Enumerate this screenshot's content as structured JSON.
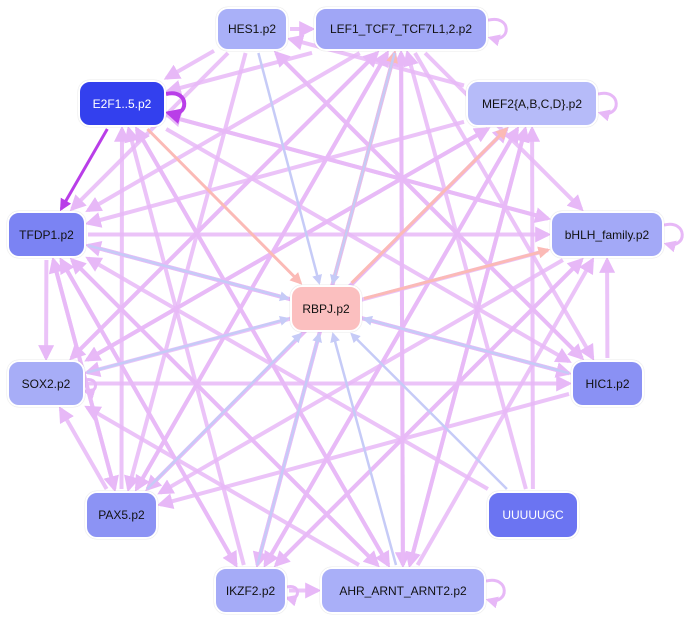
{
  "diagram": {
    "nodes": [
      {
        "id": "hes1",
        "label": "HES1.p2",
        "color": "#a9b0f8"
      },
      {
        "id": "lef1",
        "label": "LEF1_TCF7_TCF7L1,2.p2",
        "color": "#a0a6f6"
      },
      {
        "id": "e2f1",
        "label": "E2F1..5.p2",
        "color": "#3340ee",
        "text": "#ffffff"
      },
      {
        "id": "mef2",
        "label": "MEF2{A,B,C,D}.p2",
        "color": "#b6bbf9"
      },
      {
        "id": "tfdp1",
        "label": "TFDP1.p2",
        "color": "#7b83f3"
      },
      {
        "id": "bhlh",
        "label": "bHLH_family.p2",
        "color": "#a3a9f7"
      },
      {
        "id": "rbpj",
        "label": "RBPJ.p2",
        "color": "#fbbfbf"
      },
      {
        "id": "sox2",
        "label": "SOX2.p2",
        "color": "#a7adf7"
      },
      {
        "id": "hic1",
        "label": "HIC1.p2",
        "color": "#8a91f4"
      },
      {
        "id": "pax5",
        "label": "PAX5.p2",
        "color": "#8c93f4"
      },
      {
        "id": "uuuuugc",
        "label": "UUUUUGC",
        "color": "#6b74f2",
        "text": "#ffffff"
      },
      {
        "id": "ikzf2",
        "label": "IKZF2.p2",
        "color": "#a5abf7"
      },
      {
        "id": "ahr",
        "label": "AHR_ARNT_ARNT2.p2",
        "color": "#a9aff8"
      }
    ],
    "edge_colors": {
      "activation": "#e7b8f7",
      "strong": "#b93ee8",
      "blue": "#c6cbf7",
      "red": "#fbbab6"
    },
    "edges": [
      {
        "from": "hes1",
        "to": "lef1",
        "kind": "activation"
      },
      {
        "from": "hes1",
        "to": "e2f1",
        "kind": "activation"
      },
      {
        "from": "hes1",
        "to": "tfdp1",
        "kind": "activation"
      },
      {
        "from": "hes1",
        "to": "hic1",
        "kind": "activation"
      },
      {
        "from": "hes1",
        "to": "pax5",
        "kind": "activation"
      },
      {
        "from": "lef1",
        "to": "e2f1",
        "kind": "activation"
      },
      {
        "from": "lef1",
        "to": "tfdp1",
        "kind": "activation"
      },
      {
        "from": "lef1",
        "to": "sox2",
        "kind": "activation"
      },
      {
        "from": "lef1",
        "to": "bhlh",
        "kind": "activation"
      },
      {
        "from": "lef1",
        "to": "hic1",
        "kind": "activation"
      },
      {
        "from": "lef1",
        "to": "pax5",
        "kind": "activation"
      },
      {
        "from": "lef1",
        "to": "ikzf2",
        "kind": "activation"
      },
      {
        "from": "lef1",
        "to": "ahr",
        "kind": "activation"
      },
      {
        "from": "e2f1",
        "to": "tfdp1",
        "kind": "strong"
      },
      {
        "from": "e2f1",
        "to": "bhlh",
        "kind": "activation"
      },
      {
        "from": "e2f1",
        "to": "hic1",
        "kind": "activation"
      },
      {
        "from": "e2f1",
        "to": "ahr",
        "kind": "activation"
      },
      {
        "from": "mef2",
        "to": "hes1",
        "kind": "activation"
      },
      {
        "from": "mef2",
        "to": "tfdp1",
        "kind": "activation"
      },
      {
        "from": "mef2",
        "to": "sox2",
        "kind": "activation"
      },
      {
        "from": "mef2",
        "to": "pax5",
        "kind": "activation"
      },
      {
        "from": "mef2",
        "to": "ikzf2",
        "kind": "activation"
      },
      {
        "from": "mef2",
        "to": "ahr",
        "kind": "activation"
      },
      {
        "from": "tfdp1",
        "to": "sox2",
        "kind": "activation"
      },
      {
        "from": "tfdp1",
        "to": "bhlh",
        "kind": "activation"
      },
      {
        "from": "tfdp1",
        "to": "hic1",
        "kind": "activation"
      },
      {
        "from": "tfdp1",
        "to": "ikzf2",
        "kind": "activation"
      },
      {
        "from": "tfdp1",
        "to": "ahr",
        "kind": "activation"
      },
      {
        "from": "tfdp1",
        "to": "pax5",
        "kind": "activation"
      },
      {
        "from": "bhlh",
        "to": "sox2",
        "kind": "activation"
      },
      {
        "from": "bhlh",
        "to": "pax5",
        "kind": "activation"
      },
      {
        "from": "bhlh",
        "to": "e2f1",
        "kind": "activation"
      },
      {
        "from": "bhlh",
        "to": "ikzf2",
        "kind": "activation"
      },
      {
        "from": "sox2",
        "to": "hic1",
        "kind": "activation"
      },
      {
        "from": "sox2",
        "to": "lef1",
        "kind": "activation"
      },
      {
        "from": "sox2",
        "to": "mef2",
        "kind": "activation"
      },
      {
        "from": "hic1",
        "to": "bhlh",
        "kind": "activation"
      },
      {
        "from": "hic1",
        "to": "hes1",
        "kind": "activation"
      },
      {
        "from": "hic1",
        "to": "tfdp1",
        "kind": "activation"
      },
      {
        "from": "hic1",
        "to": "pax5",
        "kind": "activation"
      },
      {
        "from": "pax5",
        "to": "e2f1",
        "kind": "activation"
      },
      {
        "from": "pax5",
        "to": "tfdp1",
        "kind": "activation"
      },
      {
        "from": "pax5",
        "to": "sox2",
        "kind": "activation"
      },
      {
        "from": "pax5",
        "to": "mef2",
        "kind": "activation"
      },
      {
        "from": "pax5",
        "to": "lef1",
        "kind": "activation"
      },
      {
        "from": "ikzf2",
        "to": "e2f1",
        "kind": "activation"
      },
      {
        "from": "ikzf2",
        "to": "tfdp1",
        "kind": "activation"
      },
      {
        "from": "ikzf2",
        "to": "bhlh",
        "kind": "activation"
      },
      {
        "from": "ikzf2",
        "to": "mef2",
        "kind": "activation"
      },
      {
        "from": "ikzf2",
        "to": "lef1",
        "kind": "activation"
      },
      {
        "from": "ikzf2",
        "to": "ahr",
        "kind": "activation"
      },
      {
        "from": "ahr",
        "to": "e2f1",
        "kind": "activation"
      },
      {
        "from": "ahr",
        "to": "mef2",
        "kind": "activation"
      },
      {
        "from": "ahr",
        "to": "tfdp1",
        "kind": "activation"
      },
      {
        "from": "ahr",
        "to": "sox2",
        "kind": "activation"
      },
      {
        "from": "ahr",
        "to": "bhlh",
        "kind": "activation"
      },
      {
        "from": "ahr",
        "to": "lef1",
        "kind": "activation"
      },
      {
        "from": "uuuuugc",
        "to": "tfdp1",
        "kind": "activation"
      },
      {
        "from": "uuuuugc",
        "to": "mef2",
        "kind": "activation"
      },
      {
        "from": "uuuuugc",
        "to": "lef1",
        "kind": "activation"
      },
      {
        "from": "rbpj",
        "to": "lef1",
        "kind": "red"
      },
      {
        "from": "rbpj",
        "to": "mef2",
        "kind": "red"
      },
      {
        "from": "rbpj",
        "to": "bhlh",
        "kind": "red"
      },
      {
        "from": "e2f1",
        "to": "rbpj",
        "kind": "red"
      },
      {
        "from": "hes1",
        "to": "rbpj",
        "kind": "blue"
      },
      {
        "from": "lef1",
        "to": "rbpj",
        "kind": "blue"
      },
      {
        "from": "tfdp1",
        "to": "rbpj",
        "kind": "blue"
      },
      {
        "from": "sox2",
        "to": "rbpj",
        "kind": "blue"
      },
      {
        "from": "hic1",
        "to": "rbpj",
        "kind": "blue"
      },
      {
        "from": "pax5",
        "to": "rbpj",
        "kind": "blue"
      },
      {
        "from": "ikzf2",
        "to": "rbpj",
        "kind": "blue"
      },
      {
        "from": "uuuuugc",
        "to": "rbpj",
        "kind": "blue"
      },
      {
        "from": "ahr",
        "to": "rbpj",
        "kind": "blue"
      }
    ],
    "self_loops": [
      {
        "node": "e2f1",
        "kind": "strong"
      },
      {
        "node": "lef1",
        "kind": "activation"
      },
      {
        "node": "mef2",
        "kind": "activation"
      },
      {
        "node": "bhlh",
        "kind": "activation"
      },
      {
        "node": "ahr",
        "kind": "activation"
      },
      {
        "node": "ikzf2",
        "kind": "activation"
      },
      {
        "node": "sox2",
        "kind": "activation"
      }
    ]
  }
}
